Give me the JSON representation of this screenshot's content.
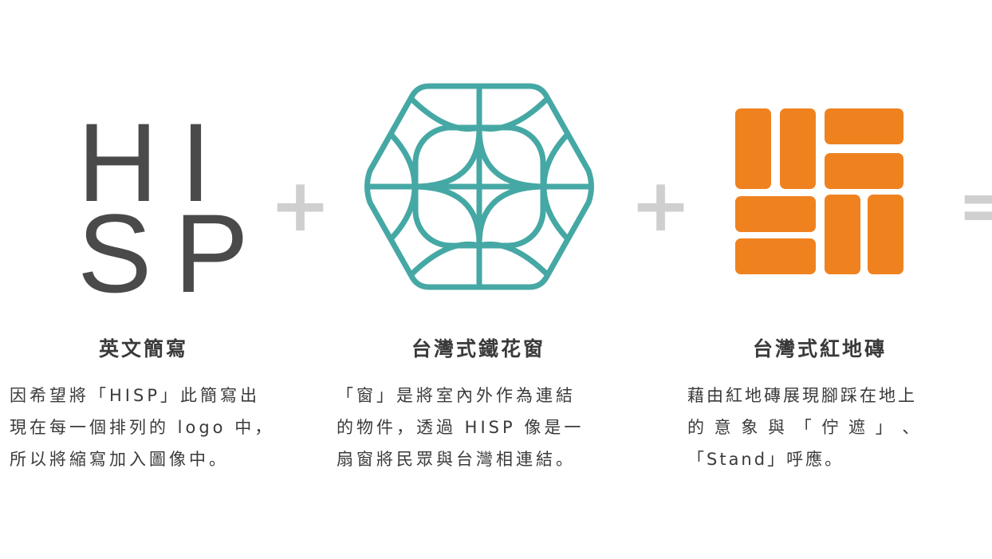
{
  "logo_text": {
    "line1": "HI",
    "line2": "SP"
  },
  "operators": {
    "plus": "+",
    "equals": "="
  },
  "colors": {
    "window": "#45a8a4",
    "brick": "#ef821f",
    "text": "#3a3a3a",
    "hisp": "#4a4a4a",
    "operator": "#cfcfcf"
  },
  "icons": {
    "window": "taiwanese-iron-window-icon",
    "brick": "taiwanese-brick-tile-icon"
  },
  "sections": [
    {
      "title": "英文簡寫",
      "lines": [
        "因希望將「HISP」此簡寫出",
        "現在每一個排列的 logo 中，",
        "所以將縮寫加入圖像中。"
      ]
    },
    {
      "title": "台灣式鐵花窗",
      "lines": [
        "「窗」是將室內外作為連結",
        "的物件，透過 HISP 像是一",
        "扇窗將民眾與台灣相連結。"
      ]
    },
    {
      "title": "台灣式紅地磚",
      "lines": [
        "藉由紅地磚展現腳踩在地上",
        "的 意 象 與 「 佇 遮 」 、",
        "「Stand」呼應。"
      ]
    }
  ]
}
